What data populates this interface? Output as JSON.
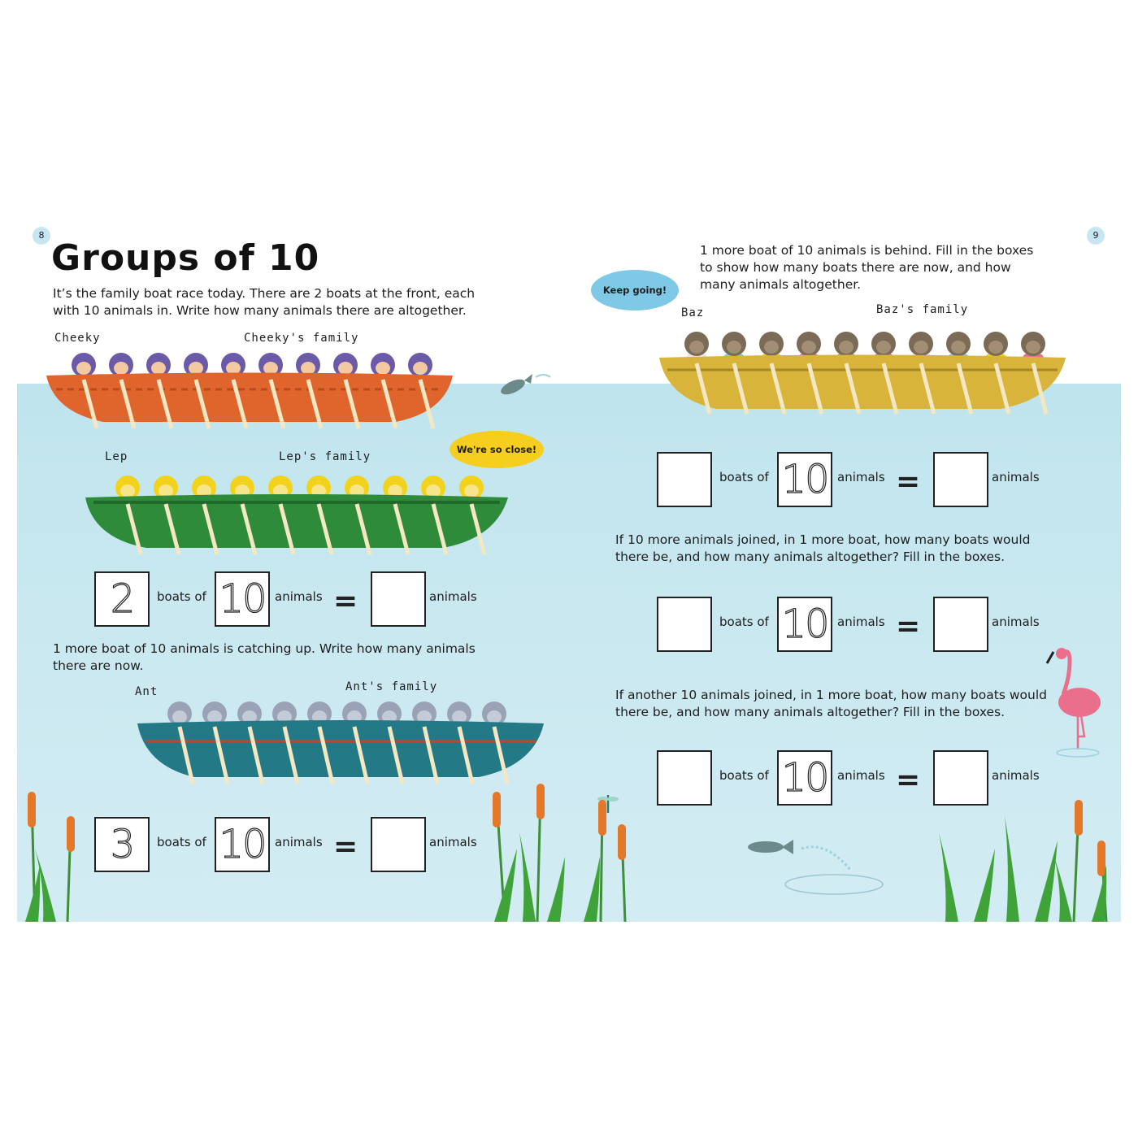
{
  "page_numbers": {
    "left": "8",
    "right": "9"
  },
  "title": "Groups of 10",
  "intro": "It’s the family boat race today. There are 2 boats at the front, each with 10 animals in. Write how many animals there are altogether.",
  "catch_up": "1 more boat of 10 animals is catching up. Write how many animals there are now.",
  "behind": "1 more boat of 10 animals is behind. Fill in the boxes to show how many boats there are now, and how many animals altogether.",
  "q_joined": "If 10 more animals joined, in 1 more boat, how many boats would there be, and how many animals altogether? Fill in the boxes.",
  "q_another": "If another 10 animals joined, in 1 more boat, how many boats would there be, and how many animals altogether? Fill in the boxes.",
  "labels": {
    "cheeky": "Cheeky",
    "cheeky_family": "Cheeky's family",
    "lep": "Lep",
    "lep_family": "Lep's family",
    "ant": "Ant",
    "ant_family": "Ant's family",
    "baz": "Baz",
    "baz_family": "Baz's family"
  },
  "speech": {
    "close": "We're so close!",
    "keep_going": "Keep going!"
  },
  "equation": {
    "boats_of": "boats of",
    "animals": "animals",
    "equals": "=",
    "ten": "10"
  },
  "equations": [
    {
      "boats": "2",
      "per_boat": "10"
    },
    {
      "boats": "3",
      "per_boat": "10"
    },
    {
      "boats": "",
      "per_boat": "10"
    },
    {
      "boats": "",
      "per_boat": "10"
    },
    {
      "boats": "",
      "per_boat": "10"
    }
  ],
  "colors": {
    "water": "#c9e8f0",
    "boat_orange": "#e0652c",
    "boat_green": "#2e8b3a",
    "boat_teal": "#237a86",
    "boat_yellow": "#d8b43a",
    "bubble_yellow": "#f6cf1e",
    "bubble_blue": "#7fc8e6"
  }
}
